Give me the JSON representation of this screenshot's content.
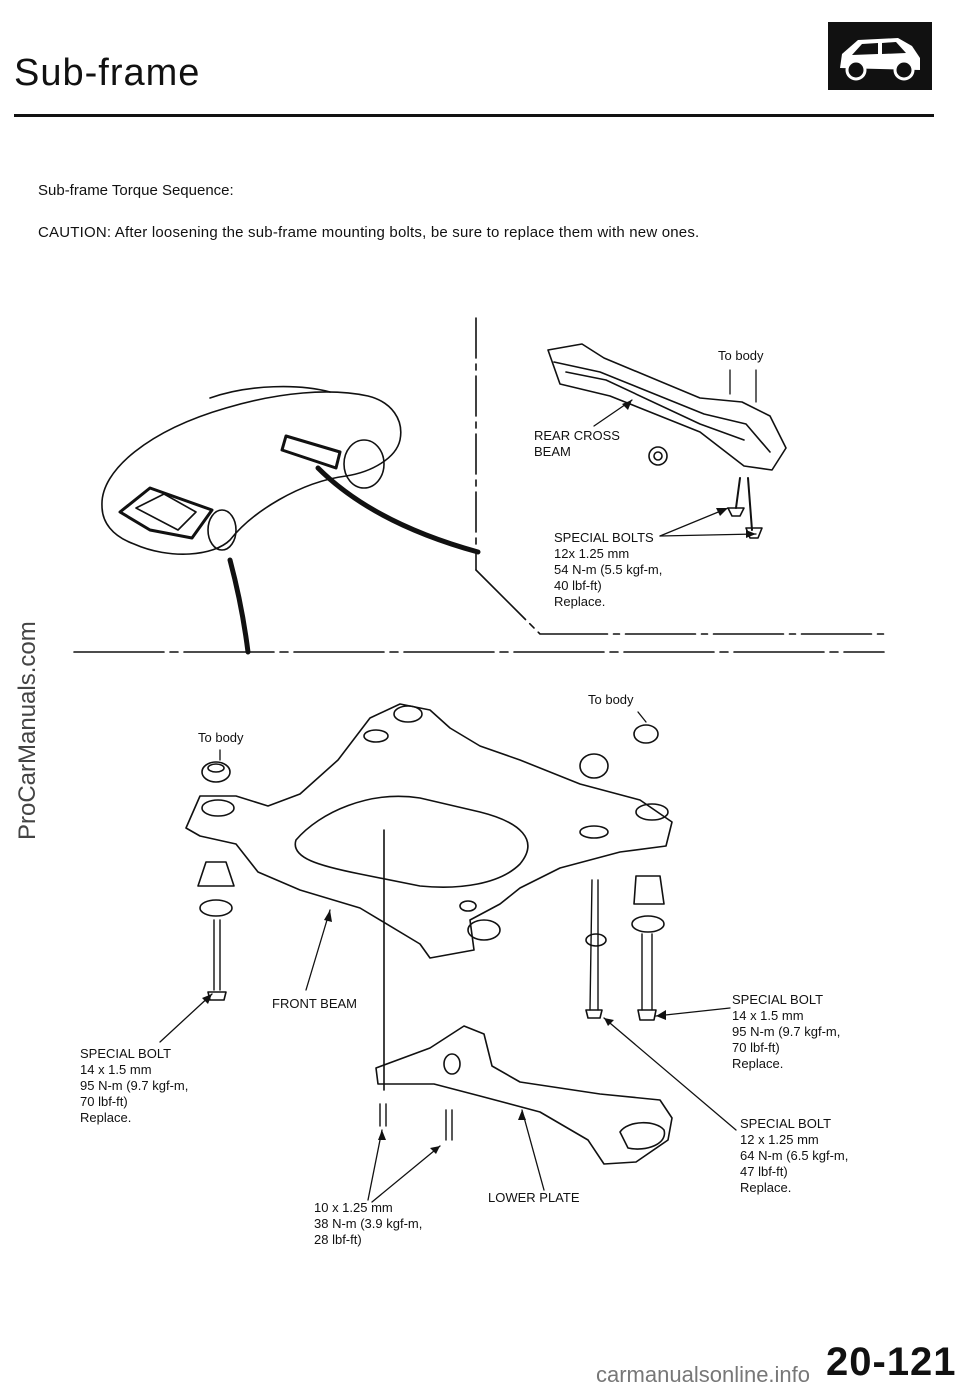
{
  "header": {
    "title": "Sub-frame",
    "icon": "car-icon"
  },
  "intro": {
    "subtitle": "Sub-frame Torque Sequence:",
    "caution": "CAUTION:  After loosening the sub-frame mounting bolts, be sure to replace them with new ones."
  },
  "labels": {
    "to_body_top": "To body",
    "rear_cross_beam": [
      "REAR CROSS",
      "BEAM"
    ],
    "special_bolts_rear": [
      "SPECIAL BOLTS",
      "12x 1.25 mm",
      "54 N-m (5.5 kgf-m,",
      "40 lbf-ft)",
      "Replace."
    ],
    "to_body_left": "To body",
    "to_body_right": "To body",
    "front_beam": "FRONT BEAM",
    "special_bolt_left": [
      "SPECIAL BOLT",
      "14 x 1.5 mm",
      "95 N-m (9.7 kgf-m,",
      "70 lbf-ft)",
      "Replace."
    ],
    "special_bolt_right_14": [
      "SPECIAL BOLT",
      "14 x 1.5 mm",
      "95 N-m (9.7 kgf-m,",
      "70 lbf-ft)",
      "Replace."
    ],
    "special_bolt_right_12": [
      "SPECIAL BOLT",
      "12 x 1.25 mm",
      "64 N-m (6.5 kgf-m,",
      "47 lbf-ft)",
      "Replace."
    ],
    "lower_plate_bolts": [
      "10 x 1.25 mm",
      "38 N-m (3.9 kgf-m,",
      "28 lbf-ft)"
    ],
    "lower_plate": "LOWER PLATE"
  },
  "watermarks": {
    "side": "ProCarManuals.com",
    "bottom": "carmanualsonline.info"
  },
  "page_number": "20-121"
}
